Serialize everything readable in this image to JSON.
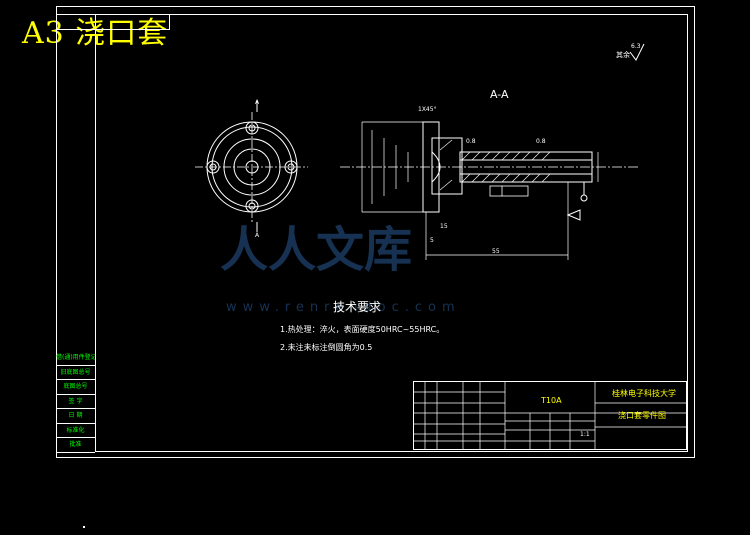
{
  "header": {
    "title": "A3  浇口套"
  },
  "drawing": {
    "section_label": "A-A",
    "roughness_note": "其余",
    "roughness_value": "6.3",
    "view_label_top": "A",
    "view_label_bottom": "A",
    "dims": {
      "chamfer": "1X45°",
      "length": "55",
      "depth_a": "5",
      "depth_b": "15",
      "ra1": "0.8",
      "ra2": "0.8"
    }
  },
  "requirements": {
    "title": "技术要求",
    "items": [
      "1.热处理：淬火，表面硬度50HRC~55HRC。",
      "2.未注未标注倒圆角为0.5"
    ]
  },
  "title_block": {
    "material": "T10A",
    "school": "桂林电子科技大学",
    "part_name": "浇口套零件图",
    "scale": "1:1"
  },
  "side_column": [
    "借(通)用件登记",
    "旧底图总号",
    "底图总号",
    "签 字",
    "日 期",
    "标准化",
    "批准"
  ],
  "watermark": {
    "text": "人人文库",
    "url": "www.renrendoc.com"
  }
}
